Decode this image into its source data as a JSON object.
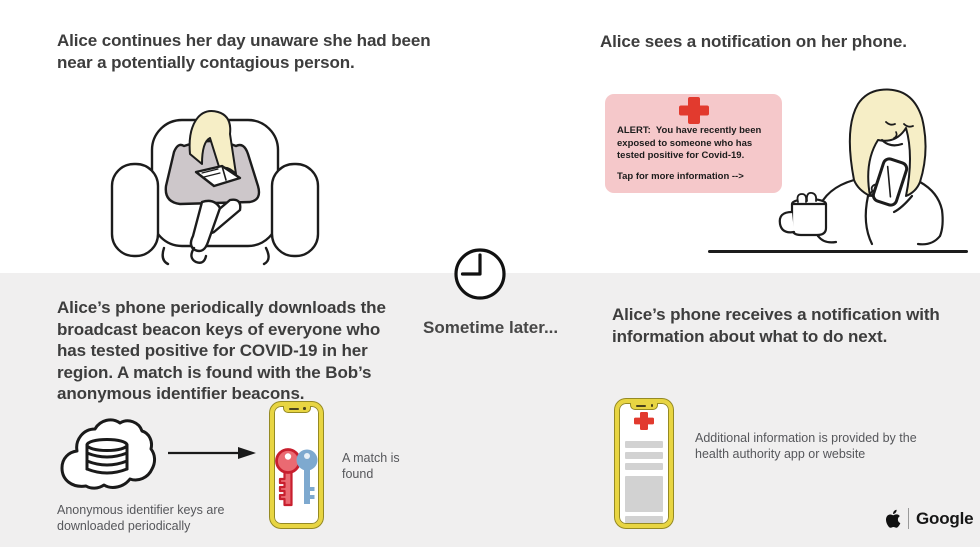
{
  "scene": {
    "top_left": {
      "heading": "Alice continues her day unaware she had been near a potentially contagious person."
    },
    "top_right": {
      "heading": "Alice sees a notification on her phone.",
      "alert": {
        "body": "ALERT:  You have recently been exposed to someone who has tested positive for Covid-19.",
        "cta": "Tap for more information -->"
      }
    },
    "divider": {
      "label": "Sometime later..."
    },
    "bottom_left": {
      "heading": "Alice’s phone periodically downloads the broadcast beacon keys of everyone who has tested positive for COVID-19 in her region. A match is found with the Bob’s anonymous identifier beacons.",
      "cloud_caption": "Anonymous identifier keys are downloaded periodically",
      "match_label": "A match is found"
    },
    "bottom_right": {
      "heading": "Alice’s phone receives a notification with information about what to do next.",
      "caption": "Additional information is provided by the health authority app or website"
    },
    "footer": {
      "google_label": "Google"
    },
    "colors": {
      "band_bg": "#f0efef",
      "alert_bg": "#f5c8ca",
      "alert_red": "#e23a2e",
      "phone_yellow": "#e8d542",
      "key_red": "#c81f2e",
      "key_blue": "#7ea9cf",
      "hair_yellow": "#f6eec6",
      "sweater_gray": "#cdc7ca",
      "text_dark": "#3d3d3d",
      "text_gray": "#56575b"
    }
  }
}
